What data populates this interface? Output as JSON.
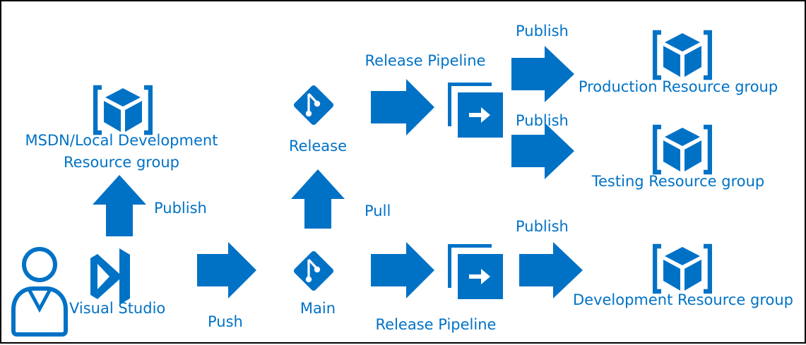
{
  "colors": {
    "accent": "#0072c6",
    "border": "#000000",
    "background": "#ffffff"
  },
  "nodes": {
    "local_group": {
      "line1": "MSDN/Local Development",
      "line2": "Resource group",
      "icon": "resource-group-icon"
    },
    "developer": {
      "icon": "user-icon"
    },
    "visual_studio": {
      "label": "Visual Studio",
      "icon": "visual-studio-icon"
    },
    "main_branch": {
      "label": "Main",
      "icon": "git-icon"
    },
    "release_branch": {
      "label": "Release",
      "icon": "git-icon"
    },
    "release_pipeline_top": {
      "label": "Release Pipeline",
      "icon": "release-pipeline-icon"
    },
    "release_pipeline_bottom": {
      "label": "Release Pipeline",
      "icon": "release-pipeline-icon"
    },
    "production_group": {
      "label": "Production Resource group",
      "icon": "resource-group-icon"
    },
    "testing_group": {
      "label": "Testing Resource group",
      "icon": "resource-group-icon"
    },
    "development_group": {
      "label": "Development Resource group",
      "icon": "resource-group-icon"
    }
  },
  "edges": {
    "publish_local": "Publish",
    "push": "Push",
    "pull": "Pull",
    "publish_production": "Publish",
    "publish_testing": "Publish",
    "publish_development": "Publish"
  }
}
